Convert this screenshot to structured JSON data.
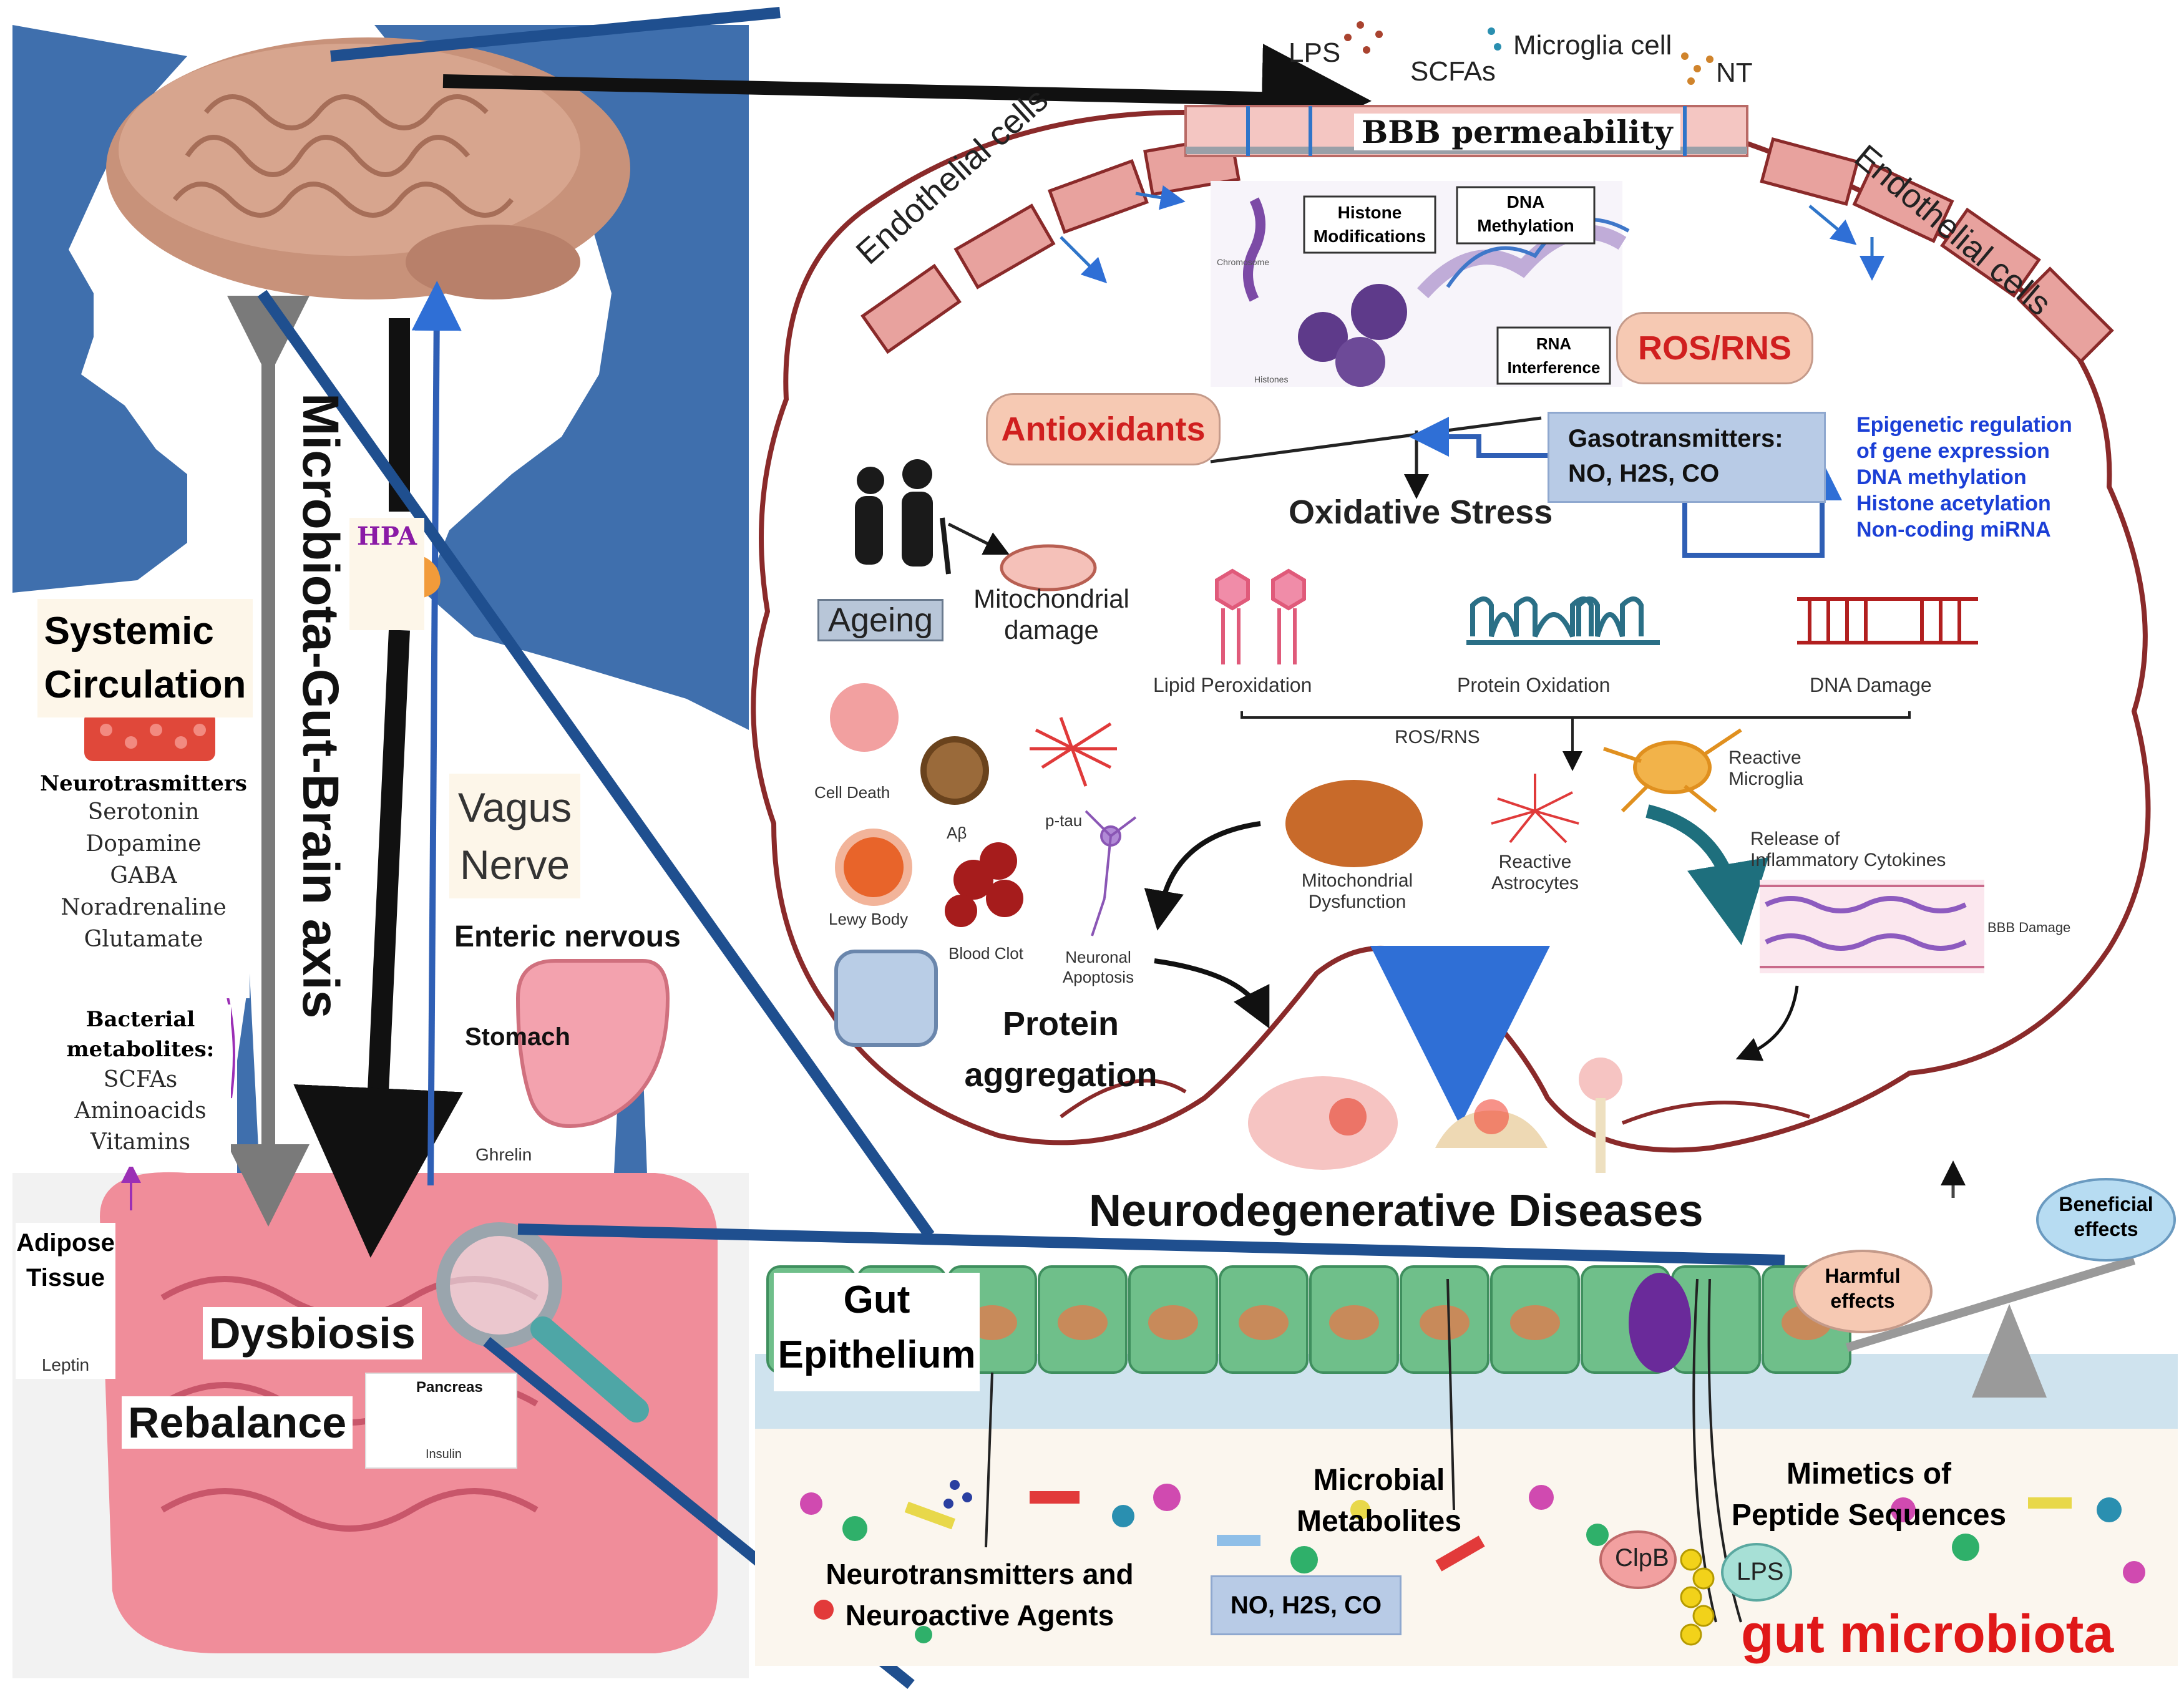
{
  "left_panel": {
    "axis_label": "Microbiota-Gut-Brain axis",
    "hpa": "HPA",
    "vagus_line1": "Vagus",
    "vagus_line2": "Nerve",
    "enteric": "Enteric nervous",
    "stomach": "Stomach",
    "ghrelin": "Ghrelin",
    "systemic_line1": "Systemic",
    "systemic_line2": "Circulation",
    "neurotransmitters_heading": "Neurotrasmitters",
    "neurotransmitters": [
      "Serotonin",
      "Dopamine",
      "GABA",
      "Noradrenaline",
      "Glutamate"
    ],
    "bacterial_heading_1": "Bacterial",
    "bacterial_heading_2": "metabolites:",
    "bacterial_items": [
      "SCFAs",
      "Aminoacids",
      "Vitamins"
    ],
    "adipose_line1": "Adipose",
    "adipose_line2": "Tissue",
    "leptin": "Leptin",
    "dysbiosis": "Dysbiosis",
    "rebalance": "Rebalance",
    "pancreas": "Pancreas",
    "insulin": "Insulin"
  },
  "bbb": {
    "lps": "LPS",
    "scfas": "SCFAs",
    "microglia": "Microglia cell",
    "nt": "NT",
    "permeability": "BBB permeability",
    "endothelial_left": "Endothelial cells",
    "endothelial_right": "Endothelial cells"
  },
  "epigenetics": {
    "histone": "Histone Modifications",
    "dna_methylation": "DNA Methylation",
    "rna_interference": "RNA Interference",
    "chromosome": "Chromosome",
    "histones": "Histones"
  },
  "stress": {
    "ros_rns": "ROS/RNS",
    "antioxidants": "Antioxidants",
    "gasotransmitters_line1": "Gasotransmitters:",
    "gasotransmitters_line2": "NO, H2S, CO",
    "oxidative_stress": "Oxidative Stress",
    "epigenetic_regulation": [
      "Epigenetic regulation",
      "of gene expression",
      "DNA methylation",
      "Histone acetylation",
      "Non-coding miRNA"
    ],
    "ageing": "Ageing",
    "mito_damage_1": "Mitochondrial",
    "mito_damage_2": "damage",
    "lipid_peroxidation": "Lipid Peroxidation",
    "protein_oxidation": "Protein Oxidation",
    "dna_damage": "DNA Damage",
    "ros_rns_small": "ROS/RNS"
  },
  "pathology": {
    "cell_death": "Cell Death",
    "abeta": "Aβ",
    "ptau": "p-tau",
    "lewy_body": "Lewy Body",
    "blood_clot": "Blood Clot",
    "neuronal_apoptosis_1": "Neuronal",
    "neuronal_apoptosis_2": "Apoptosis",
    "protein_agg_1": "Protein",
    "protein_agg_2": "aggregation",
    "mito_dysfunction_1": "Mitochondrial",
    "mito_dysfunction_2": "Dysfunction",
    "reactive_astrocytes_1": "Reactive",
    "reactive_astrocytes_2": "Astrocytes",
    "reactive_microglia_1": "Reactive",
    "reactive_microglia_2": "Microglia",
    "cytokines_1": "Release of",
    "cytokines_2": "Inflammatory Cytokines",
    "bbb_damage": "BBB Damage"
  },
  "neuro_title": "Neurodegenerative Diseases",
  "balance": {
    "beneficial_1": "Beneficial",
    "beneficial_2": "effects",
    "harmful_1": "Harmful",
    "harmful_2": "effects"
  },
  "gut": {
    "epithelium_1": "Gut",
    "epithelium_2": "Epithelium",
    "microbial_1": "Microbial",
    "microbial_2": "Metabolites",
    "mimetics_1": "Mimetics of",
    "mimetics_2": "Peptide Sequences",
    "neuro_agents_1": "Neurotransmitters and",
    "neuro_agents_2": "Neuroactive Agents",
    "no_h2s_co": "NO, H2S, CO",
    "clpb": "ClpB",
    "lps": "LPS",
    "gut_microbiota": "gut microbiota"
  },
  "colors": {
    "body_blue": "#3f6fad",
    "skin": "#ffffff",
    "gut_pink": "#f08d9a",
    "antioxidant_pill": "#f6c9b3",
    "ros_red": "#d01f1f",
    "epithelium_green": "#6fbf8a",
    "gasotransmitter_box": "#b8cbe6",
    "epigenetic_blue": "#1b3fd6",
    "title_red": "#e01818"
  }
}
